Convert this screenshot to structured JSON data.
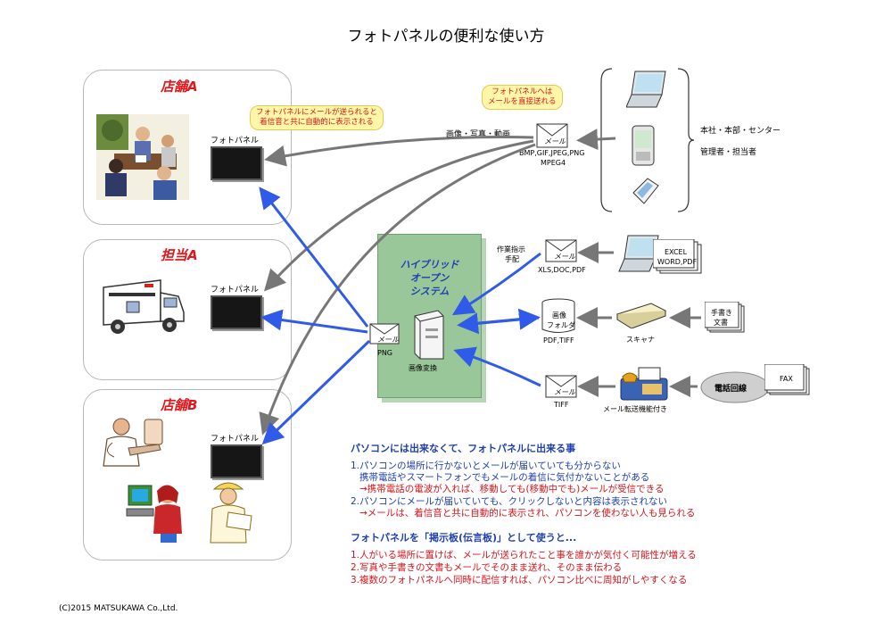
{
  "title": "フォトパネルの便利な使い方",
  "zones": [
    {
      "title": "店舗A",
      "panel_label": "フォトパネル"
    },
    {
      "title": "担当A",
      "panel_label": "フォトパネル"
    },
    {
      "title": "店舗B",
      "panel_label": "フォトパネル"
    }
  ],
  "callouts": {
    "panel": "フォトパネルにメールが送られると\n着信音と共に自動的に表示される",
    "direct": "フォトパネルへは\nメールを直接送れる"
  },
  "top_mail": {
    "media_label": "画像・写真・動画",
    "mail_text": "メール",
    "formats_line1": "BMP,GIF,JPEG,PNG",
    "formats_line2": "MPEG4"
  },
  "right_side": {
    "line1": "本社・本部・センター",
    "line2": "管理者・担当者"
  },
  "hybrid": {
    "title": "ハイブリッド\nオープン\nシステム",
    "convert_label": "画像変換",
    "png_label": "PNG",
    "mail_text": "メール"
  },
  "inputs": {
    "work_label_1": "作業指示",
    "work_label_2": "手配",
    "doc_formats": "XLS,DOC,PDF",
    "excel_label_1": "EXCEL",
    "excel_label_2": "WORD,PDF",
    "folder_label_1": "画像",
    "folder_label_2": "フォルダ",
    "folder_formats": "PDF,TIFF",
    "scanner": "スキャナ",
    "handwritten_1": "手書き",
    "handwritten_2": "文書",
    "tiff_label": "TIFF",
    "fax_machine": "メール転送機能付き",
    "phone_line": "電話回線",
    "fax": "FAX"
  },
  "notes": {
    "heading1": "パソコンには出来なくて、フォトパネルに出来る事",
    "items1": [
      "1.パソコンの場所に行かないとメールが届いていても分からない",
      "   携帯電話やスマートフォンでもメールの着信に気付かないことがある",
      "   →携帯電話の電波が入れば、移動しても(移動中でも)メールが受信できる",
      "2.パソコンにメールが届いていても、クリックしないと内容は表示されない",
      "   →メールは、着信音と共に自動的に表示され、パソコンを使わない人も見られる"
    ],
    "heading2": "フォトパネルを「掲示板(伝言板)」として使うと...",
    "items2": [
      "1.人がいる場所に置けば、メールが送られたこと事を誰かが気付く可能性が増える",
      "2.写真や手書きの文書もメールでそのまま送れ、そのまま伝わる",
      "3.複数のフォトパネルへ同時に配信すれば、パソコン比べに周知がしやすくなる"
    ]
  },
  "copyright": "(C)2015 MATSUKAWA Co.,Ltd.",
  "colors": {
    "zone_title": "#e4161b",
    "note_blue": "#1e3fb0",
    "note_red": "#d6151b",
    "hybrid_fill": "#9ac79a",
    "arrow_blue": "#2f5be8",
    "arrow_gray": "#777777",
    "callout_fill": "#fff6a8"
  }
}
